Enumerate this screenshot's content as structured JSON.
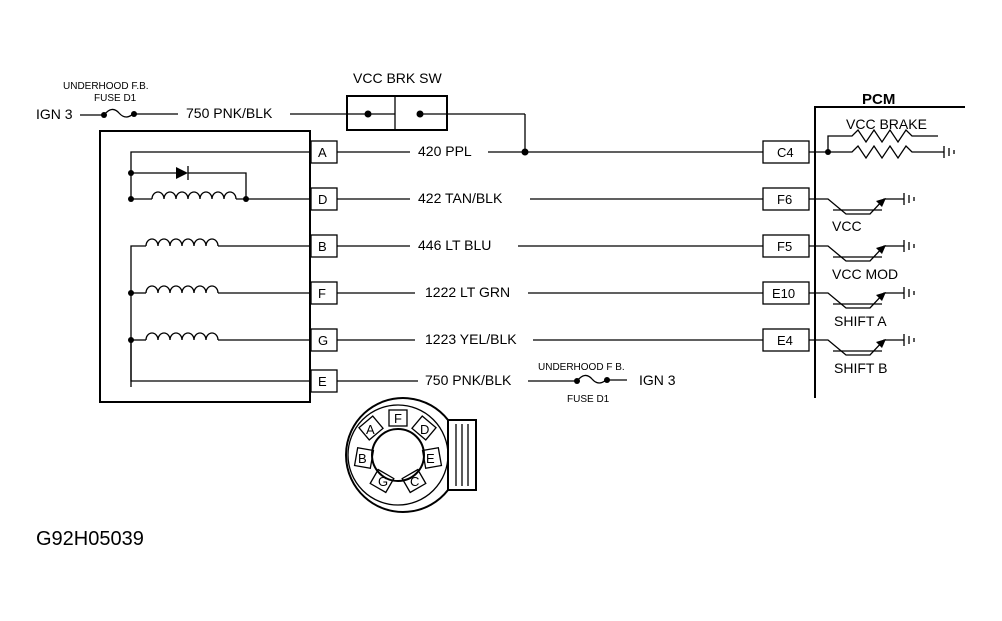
{
  "switch": {
    "title": "VCC BRK SW"
  },
  "fuse_top": {
    "line1": "UNDERHOOD F.B.",
    "line2": "FUSE D1"
  },
  "fuse_bottom": {
    "line1": "UNDERHOOD F B.",
    "line2": "FUSE D1"
  },
  "ign_top": "IGN 3",
  "ign_bottom": "IGN 3",
  "wire_top": "750 PNK/BLK",
  "pcm": {
    "title": "PCM"
  },
  "circuits": [
    {
      "pin": "A",
      "wire": "420 PPL",
      "pcm_pin": "C4",
      "pcm_label": "VCC BRAKE"
    },
    {
      "pin": "D",
      "wire": "422 TAN/BLK",
      "pcm_pin": "F6",
      "pcm_label": "VCC"
    },
    {
      "pin": "B",
      "wire": "446 LT BLU",
      "pcm_pin": "F5",
      "pcm_label": "VCC MOD"
    },
    {
      "pin": "F",
      "wire": "1222 LT GRN",
      "pcm_pin": "E10",
      "pcm_label": "SHIFT A"
    },
    {
      "pin": "G",
      "wire": "1223 YEL/BLK",
      "pcm_pin": "E4",
      "pcm_label": "SHIFT B"
    },
    {
      "pin": "E",
      "wire": "750 PNK/BLK",
      "pcm_pin": "",
      "pcm_label": ""
    }
  ],
  "connector_view": {
    "pins": [
      "F",
      "A",
      "D",
      "B",
      "E",
      "G",
      "C"
    ]
  },
  "figure_id": "G92H05039"
}
